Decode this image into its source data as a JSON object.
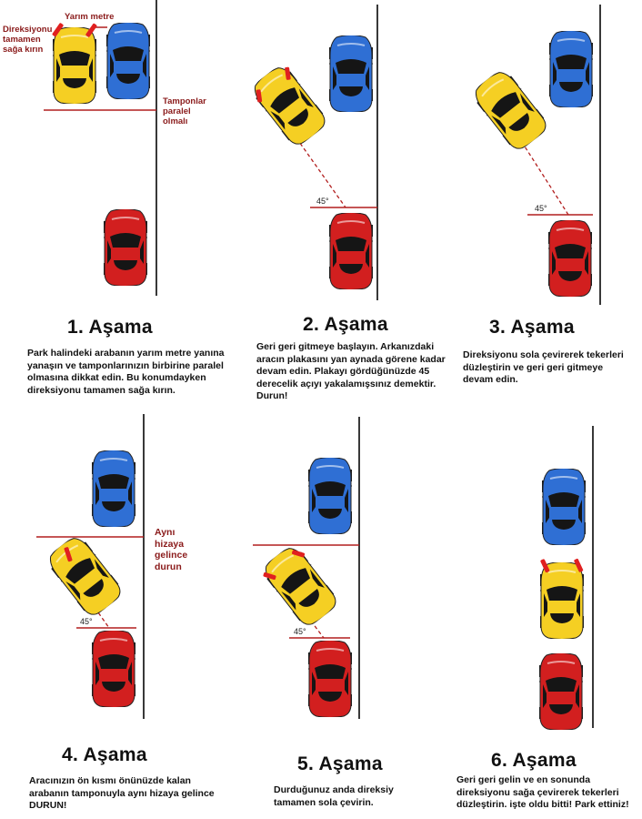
{
  "colors": {
    "yellow": "#f5cf23",
    "blue": "#2f6fd4",
    "red": "#d21f1f",
    "annotation": "#8a1a1a",
    "glass": "#151515"
  },
  "panels": [
    {
      "title": "1. Aşama",
      "description": "Park halindeki arabanın yarım metre yanına yanaşın ve tamponlarınızın birbirine paralel olmasına dikkat edin. Bu konumdayken direksiyonu tamamen sağa kırın.",
      "annotations": {
        "steering": "Direksiyonu tamamen sağa kırın",
        "half_meter": "Yarım metre",
        "bumpers": "Tamponlar paralel olmalı"
      }
    },
    {
      "title": "2. Aşama",
      "description": "Geri geri gitmeye başlayın. Arkanızdaki aracın plakasını yan aynada görene kadar devam edin. Plakayı gördüğünüzde 45 derecelik açıyı yakalamışsınız demektir. Durun!",
      "angle_label": "45°"
    },
    {
      "title": "3. Aşama",
      "description": "Direksiyonu sola çevirerek tekerleri düzleştirin ve geri geri gitmeye devam edin.",
      "angle_label": "45°"
    },
    {
      "title": "4. Aşama",
      "description": "Aracınızın ön kısmı önünüzde kalan arabanın tamponuyla aynı hizaya gelince DURUN!",
      "angle_label": "45°",
      "annotation": "Aynı hizaya gelince durun"
    },
    {
      "title": "5. Aşama",
      "description": "Durduğunuz anda direksiy tamamen sola çevirin.",
      "angle_label": "45°"
    },
    {
      "title": "6. Aşama",
      "description": "Geri geri gelin ve en sonunda direksiyonu sağa çevirerek tekerleri düzleştirin. işte oldu bitti! Park ettiniz!"
    }
  ]
}
